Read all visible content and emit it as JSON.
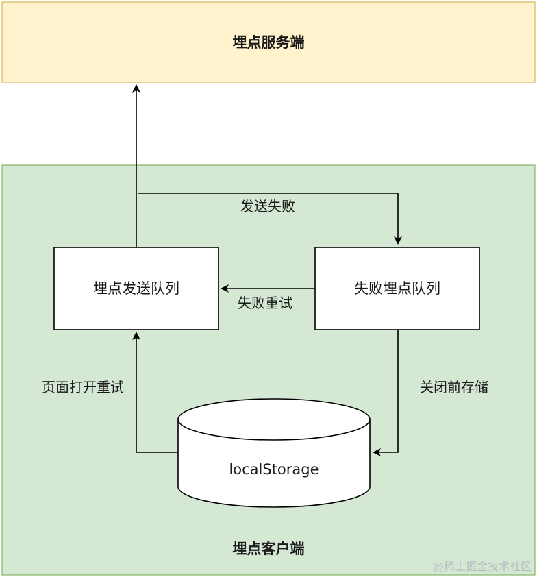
{
  "server": {
    "label": "埋点服务端",
    "fill": "#fff2cc",
    "stroke": "#d6b656"
  },
  "client": {
    "label": "埋点客户端",
    "fill": "#d5e8d4",
    "stroke": "#82b366"
  },
  "nodes": {
    "send_queue": {
      "label": "埋点发送队列"
    },
    "fail_queue": {
      "label": "失败埋点队列"
    },
    "storage": {
      "label": "localStorage"
    }
  },
  "edges": {
    "send_fail": "发送失败",
    "fail_retry": "失败重试",
    "page_open_retry": "页面打开重试",
    "close_before_store": "关闭前存储"
  },
  "watermark": "@稀土掘金技术社区"
}
